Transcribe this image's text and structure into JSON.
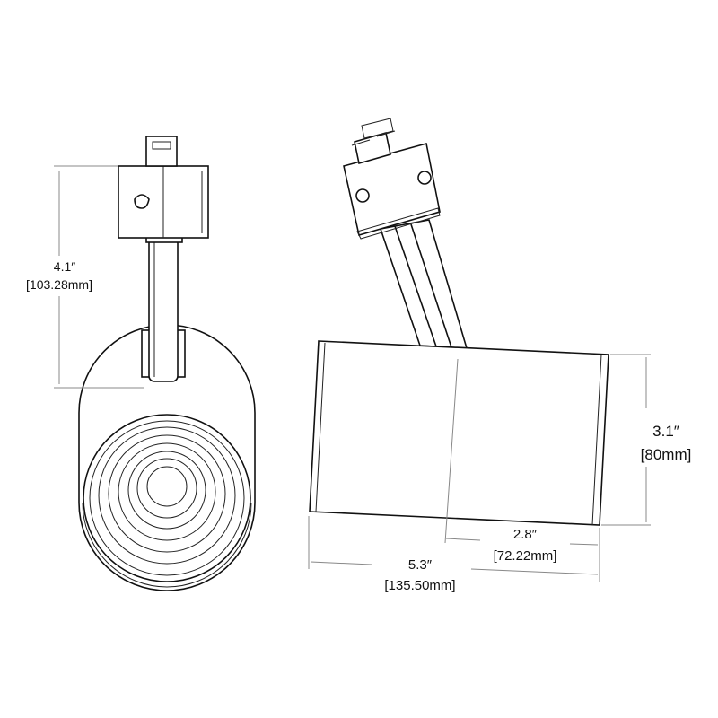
{
  "dimensions": {
    "height": {
      "imperial": "4.1″",
      "metric": "[103.28mm]"
    },
    "diameter": {
      "imperial": "3.1″",
      "metric": "[80mm]"
    },
    "head_length": {
      "imperial": "2.8″",
      "metric": "[72.22mm]"
    },
    "total_length": {
      "imperial": "5.3″",
      "metric": "[135.50mm]"
    }
  },
  "colors": {
    "line": "#111111",
    "dimension": "#888888"
  }
}
